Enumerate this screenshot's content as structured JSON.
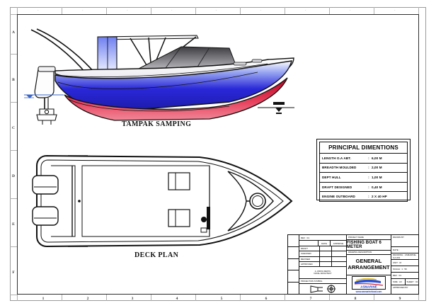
{
  "sheet": {
    "row_zones": [
      "A",
      "B",
      "C",
      "D",
      "E",
      "F"
    ],
    "col_zones": [
      "1",
      "2",
      "3",
      "4",
      "5",
      "6",
      "7",
      "8",
      "9"
    ]
  },
  "views": {
    "side": {
      "caption": "TAMPAK SAMPING"
    },
    "deck": {
      "caption": "DECK PLAN"
    }
  },
  "principal_dimensions": {
    "title": "PRINCIPAL DIMENTIONS",
    "separator": ":",
    "rows": [
      {
        "label": "LENGTH O.A ABT.",
        "value": "6,00 M"
      },
      {
        "label": "BREADTH MOULDED",
        "value": "2,00 M"
      },
      {
        "label": "DEPT HULL",
        "value": "1,00 M"
      },
      {
        "label": "DRAFT DESIGNED",
        "value": "0,40 M"
      },
      {
        "label": "ENGINE OUTBOARD",
        "value": "2 X 40 HP"
      }
    ]
  },
  "title_block": {
    "revision": {
      "header": "REV   :  01",
      "sub_cols": [
        "",
        "DATE",
        "APPROVE"
      ],
      "rows": [
        {
          "name": "DRAFT",
          "c1": "",
          "c2": ""
        },
        {
          "name": "CHECKED",
          "c1": "",
          "c2": ""
        },
        {
          "name": "REVISED",
          "c1": "",
          "c2": ""
        },
        {
          "name": "APPROVED",
          "c1": "",
          "c2": ""
        }
      ]
    },
    "owner_note_line1": "A. WIDYA RESTU",
    "owner_note_line2": "NAVAL ARCHITECT",
    "projection_label": "PROJECTION SYMBOL",
    "project_name_label": "PROJECT NAME",
    "project_name": "FISHING BOAT 6 METER",
    "drawing_title_label": "DRAWING DESCRIPTION",
    "drawing_title_line1": "GENERAL",
    "drawing_title_line2": "ARRANGEMENT",
    "website": "www.asmarineboat.com",
    "right": {
      "header": "DRAWN BY",
      "rows": [
        {
          "label": "DATE :"
        },
        {
          "label": "DRAWING : ASMARINE-GA-001"
        },
        {
          "label": "UNIT :  M"
        },
        {
          "label": "SCALE :  1 : 50"
        },
        {
          "label": "REV :  01"
        }
      ],
      "sheet_row": {
        "left": "SIZE   : A3",
        "right": "SHEET : 01"
      },
      "approved_label": "APPROVED BY"
    }
  },
  "colors": {
    "hull_blue": "#2222cc",
    "hull_red": "#d81030",
    "frame": "#2e2e2e",
    "link_blue": "#1a3fd0"
  }
}
